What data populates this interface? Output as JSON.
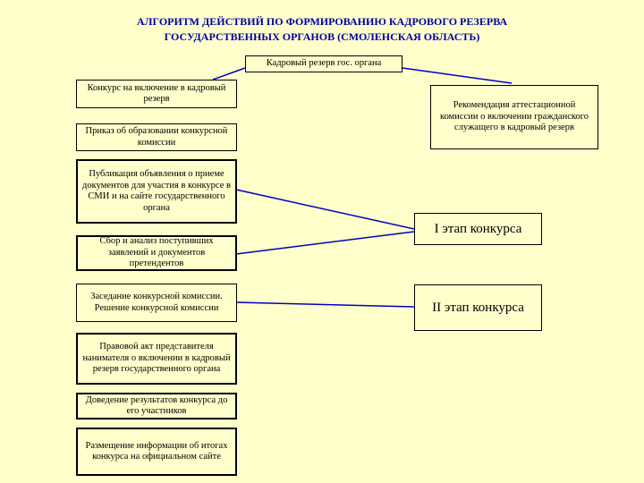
{
  "title": {
    "line1": "АЛГОРИТМ ДЕЙСТВИЙ ПО ФОРМИРОВАНИЮ КАДРОВОГО РЕЗЕРВА",
    "line2": "ГОСУДАРСТВЕННЫХ ОРГАНОВ (СМОЛЕНСКАЯ ОБЛАСТЬ)"
  },
  "top_node": "Кадровый резерв гос. органа",
  "steps": [
    "Конкурс на включение в кадровый резерв",
    "Приказ об образовании конкурсной комиссии",
    "Публикация объявления о приеме документов для участия в конкурсе в СМИ и на сайте государственного органа",
    "Сбор и анализ поступивших заявлений и документов претендентов",
    "Заседание конкурсной комиссии. Решение конкурсной комиссии",
    "Правовой акт представителя нанимателя о включении в кадровый резерв государственного органа",
    "Доведение результатов конкурса до его участников",
    "Размещение информации об итогах конкурса на официальном сайте"
  ],
  "recommendation": "Рекомендация аттестационной комиссии о включении гражданского служащего в кадровый резерв",
  "stage1": "I этап конкурса",
  "stage2": "II этап конкурса",
  "colors": {
    "background": "#ffffcc",
    "title": "#0000a0",
    "link_lines": "#0000c0"
  }
}
